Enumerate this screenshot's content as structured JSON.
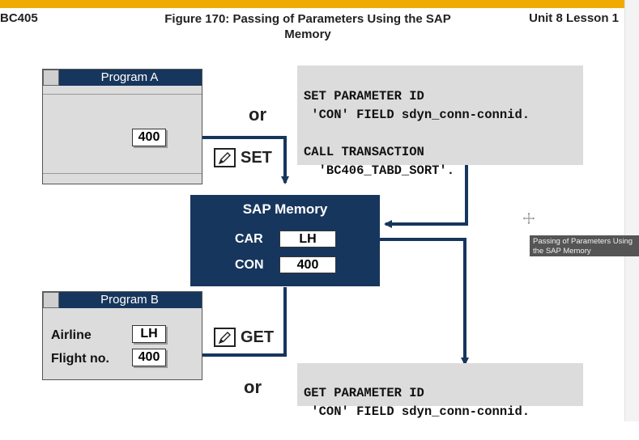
{
  "header": {
    "course": "BC405",
    "figure_title_line1": "Figure 170: Passing of Parameters Using the SAP",
    "figure_title_line2": "Memory",
    "unit_lesson": "Unit 8 Lesson 1"
  },
  "program_a": {
    "title": "Program A",
    "value": "400"
  },
  "program_b": {
    "title": "Program B",
    "rows": [
      {
        "label": "Airline",
        "value": "LH"
      },
      {
        "label": "Flight no.",
        "value": "400"
      }
    ]
  },
  "set_label": "SET",
  "get_label": "GET",
  "or_label": "or",
  "sap_memory": {
    "title": "SAP Memory",
    "rows": [
      {
        "label": "CAR",
        "value": "LH"
      },
      {
        "label": "CON",
        "value": "400"
      }
    ]
  },
  "code_set": {
    "line1": "SET PARAMETER ID",
    "line2": " 'CON' FIELD sdyn_conn-connid.",
    "line3": "CALL TRANSACTION",
    "line4": "  'BC406_TABD_SORT'."
  },
  "code_get": {
    "line1": "GET PARAMETER ID",
    "line2": " 'CON' FIELD sdyn_conn-connid."
  },
  "tooltip": "Passing of Parameters Using the SAP Memory",
  "colors": {
    "accent_bar": "#f0ab00",
    "memory_blue": "#17365d",
    "code_bg": "#dcdcdc"
  }
}
